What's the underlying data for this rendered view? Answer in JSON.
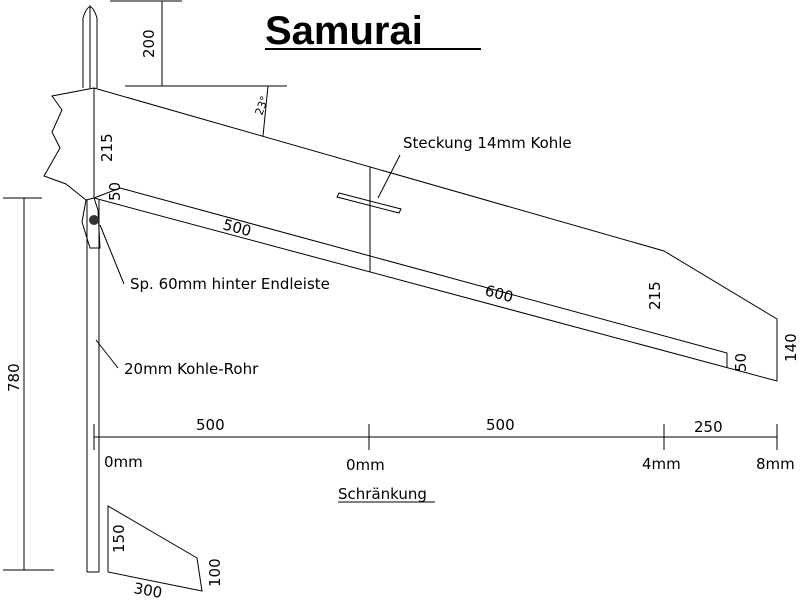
{
  "title": "Samurai",
  "labels": {
    "spar": "Steckung 14mm Kohle",
    "pivot": "Sp. 60mm hinter Endleiste",
    "tube": "20mm Kohle-Rohr",
    "washout": "Schränkung"
  },
  "dimensions": {
    "fin_height": "200",
    "sweep_angle": "23°",
    "root_chord": "215",
    "root_aileron": "50",
    "aileron_inner": "500",
    "aileron_outer": "600",
    "tip_chord_inner": "215",
    "tip_aileron": "50",
    "tip_chord": "140",
    "total_height": "780",
    "span_1": "500",
    "span_2": "500",
    "span_3": "250",
    "washout_0a": "0mm",
    "washout_0b": "0mm",
    "washout_4": "4mm",
    "washout_8": "8mm",
    "fin_root": "150",
    "fin_tip": "100",
    "fin_base": "300"
  }
}
